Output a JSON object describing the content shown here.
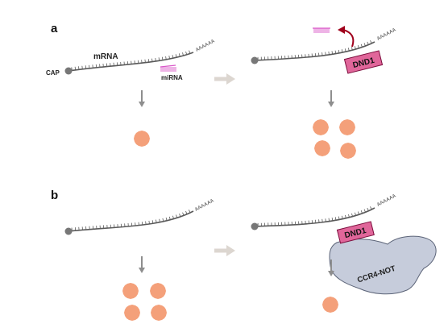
{
  "panels": [
    {
      "letter": "a"
    },
    {
      "letter": "b"
    }
  ],
  "labels": {
    "mrna": "mRNA",
    "cap": "CAP",
    "mirna": "miRNA",
    "polya": "AAAAAA",
    "dnd1": "DND1",
    "ccr4_not": "CCR4-NOT"
  },
  "colors": {
    "protein": "#f4a07a",
    "mirna": "#d957c8",
    "dnd1_fill": "#e0669a",
    "ccr4_fill": "#c6ccdb",
    "arrow_down": "#8e8e8e",
    "arrow_right": "#dcd6d0",
    "curved_arrow": "#a0001b"
  },
  "icons": {
    "protein": "protein-blob-icon",
    "cap": "cap-icon"
  }
}
